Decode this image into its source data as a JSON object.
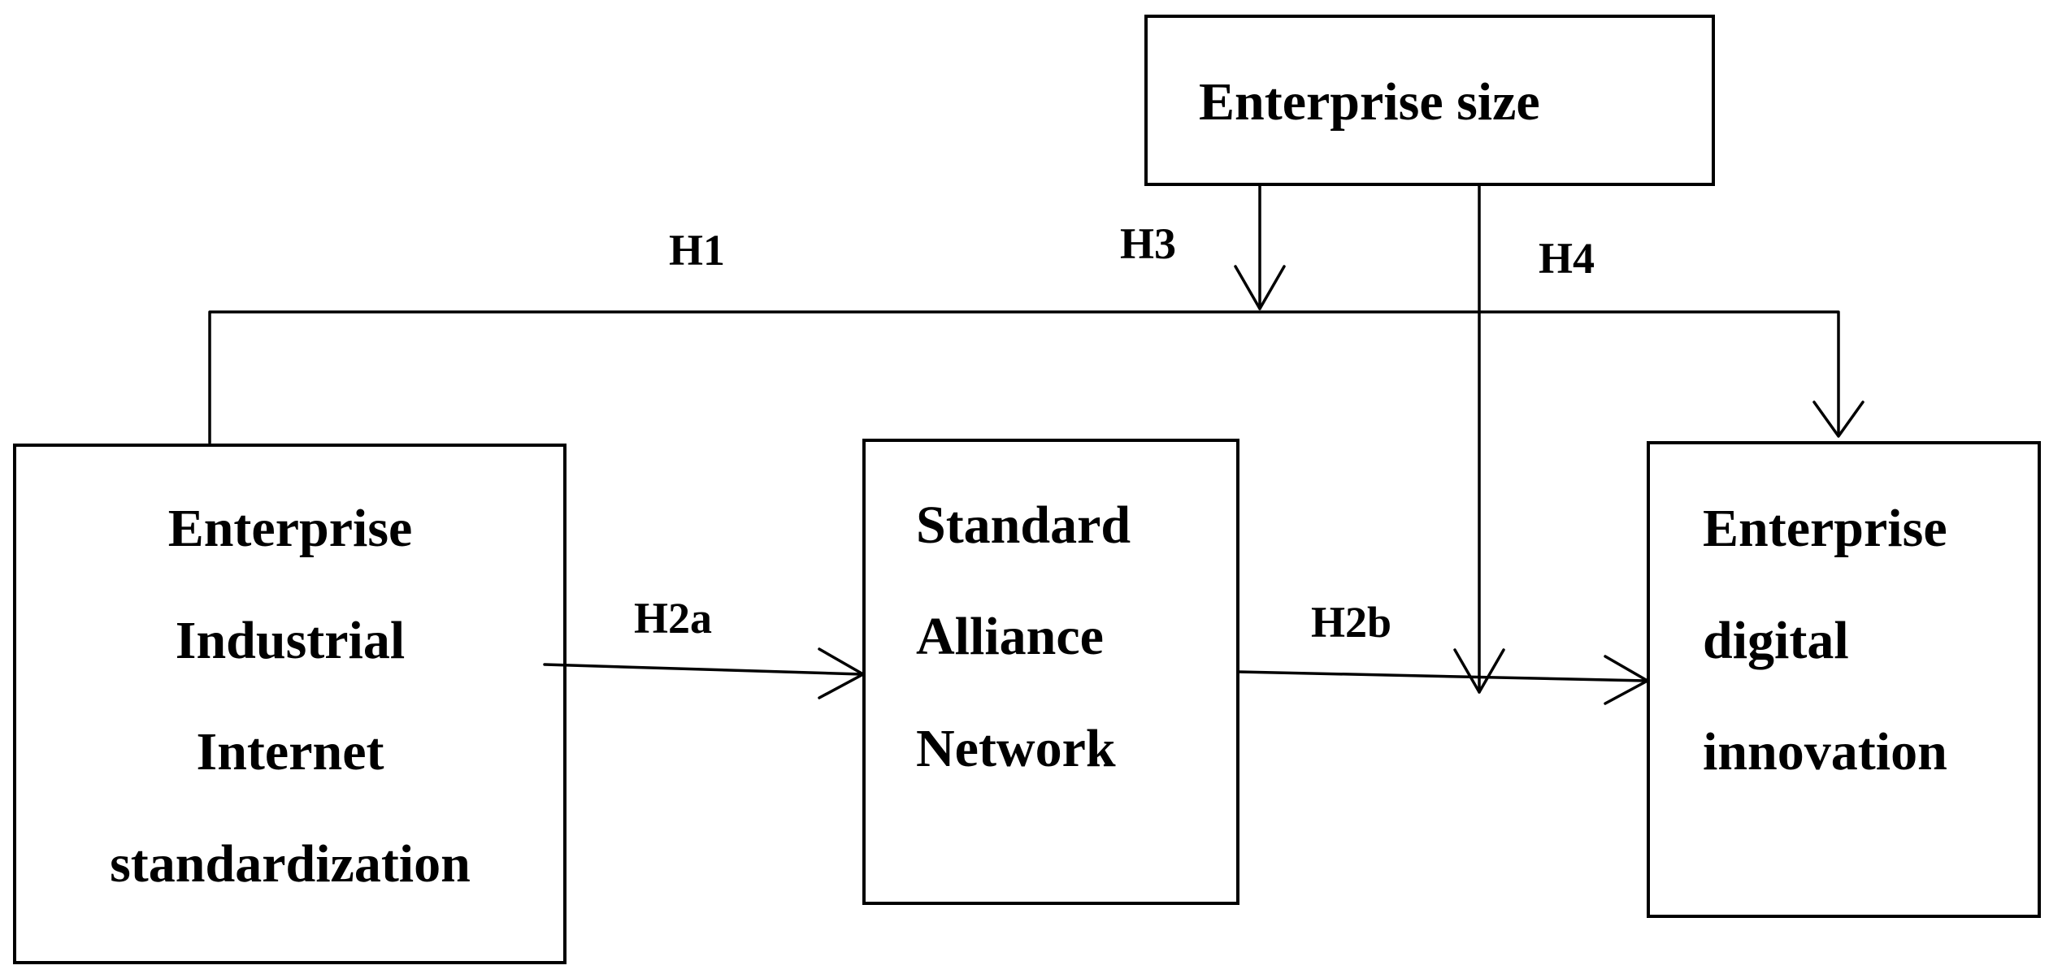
{
  "boxes": {
    "moderator": {
      "lines": [
        "Enterprise size"
      ]
    },
    "independent": {
      "lines": [
        "Enterprise",
        "Industrial",
        "Internet",
        "standardization"
      ]
    },
    "mediator": {
      "lines": [
        "Standard",
        "Alliance",
        "Network"
      ]
    },
    "dependent": {
      "lines": [
        "Enterprise",
        "digital",
        "innovation"
      ]
    }
  },
  "hypotheses": {
    "h1": "H1",
    "h2a": "H2a",
    "h2b": "H2b",
    "h3": "H3",
    "h4": "H4"
  }
}
